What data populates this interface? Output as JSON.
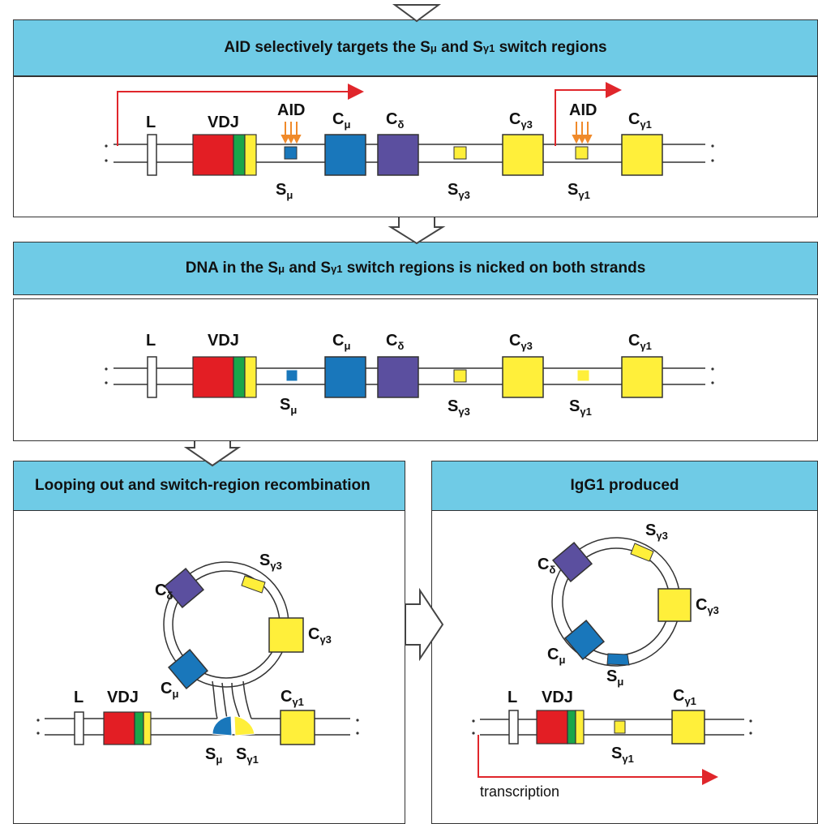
{
  "banners": {
    "b1_pre": "AID selectively targets the S",
    "b1_mid": " and S",
    "b1_post": " switch regions",
    "b2_pre": "DNA in the S",
    "b2_mid": " and S",
    "b2_post": " switch regions is nicked on both strands",
    "b3": "Looping out and switch-region recombination",
    "b4": "IgG1 produced",
    "sub_mu": "μ",
    "sub_g1": "γ1"
  },
  "labels": {
    "L": "L",
    "VDJ": "VDJ",
    "AID": "AID",
    "C": "C",
    "S": "S",
    "mu": "μ",
    "delta": "δ",
    "g3": "γ3",
    "g1": "γ1",
    "transcription": "transcription"
  },
  "colors": {
    "banner": "#6fcbe6",
    "vdj_red": "#e31e24",
    "vdj_green": "#1aa64a",
    "yellow": "#ffef3a",
    "blue": "#1977bb",
    "purple": "#5b4f9f",
    "arrow_red": "#e0262b",
    "aid_orange": "#f08a2a"
  }
}
